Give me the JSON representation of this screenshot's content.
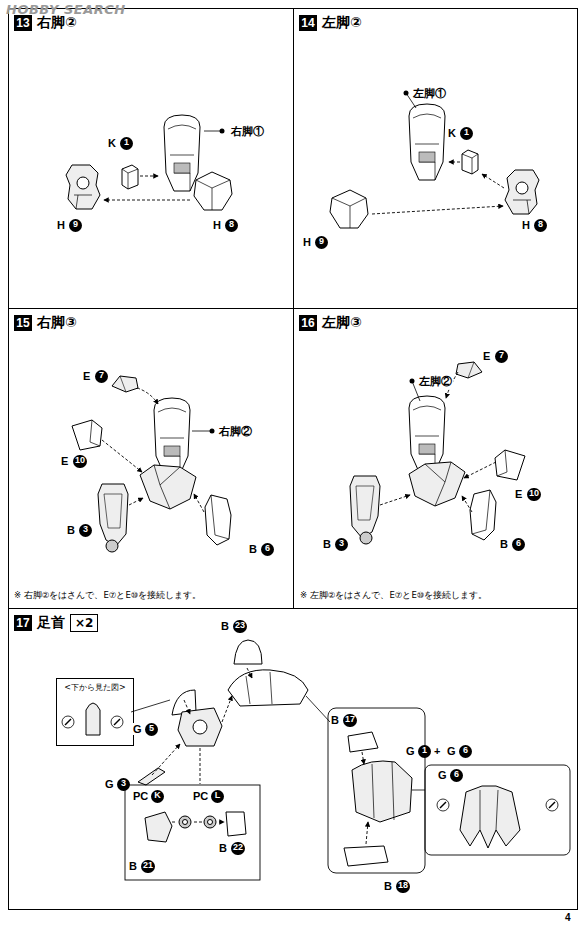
{
  "diagram": {
    "nodes": [
      {
        "text": [
          "13",
          "右脚②"
        ]
      },
      {
        "text": [
          "14",
          "左脚②"
        ]
      },
      {
        "text": [
          "15",
          "右脚③"
        ]
      },
      {
        "text": [
          "16",
          "左脚③"
        ]
      },
      {
        "text": [
          "17",
          "足首",
          "×2"
        ]
      },
      {
        "text": [
          "<下から見た図>"
        ],
        "in": 4
      }
    ],
    "labels": [
      "HOBBY SEARCH",
      "K",
      "1",
      "右脚①",
      "H",
      "9",
      "H",
      "8",
      "左脚①",
      "K",
      "1",
      "H",
      "9",
      "H",
      "8",
      "E",
      "7",
      "右脚②",
      "E",
      "10",
      "B",
      "3",
      "B",
      "6",
      "※ 右脚②をはさんで、E⑦とE⑩を接続します。",
      "E",
      "7",
      "左脚②",
      "E",
      "10",
      "B",
      "3",
      "B",
      "6",
      "※ 左脚②をはさんで、E⑦とE⑩を接続します。",
      "B",
      "23",
      "G",
      "5",
      "G",
      "3",
      "B",
      "17",
      "G",
      "1",
      "+",
      "G",
      "6",
      "G",
      "6",
      "PC",
      "K",
      "PC",
      "L",
      "B",
      "21",
      "B",
      "22",
      "B",
      "18",
      "4"
    ]
  }
}
